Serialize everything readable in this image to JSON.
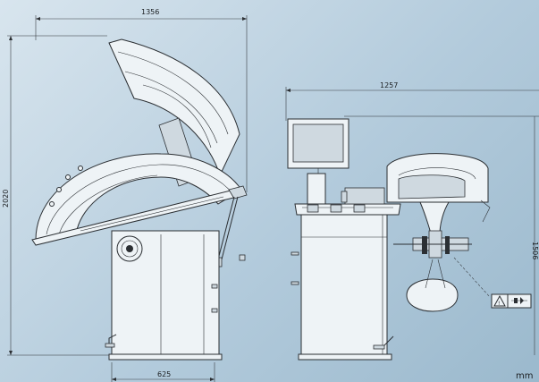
{
  "dimensions": {
    "left_width": "1356",
    "left_height": "2020",
    "left_base": "625",
    "right_width": "1257",
    "right_height": "1506"
  },
  "unit": "mm",
  "colors": {
    "background": "#b3cbdc",
    "line": "#2b2f33"
  },
  "icons": [
    "warning-triangle-icon",
    "hand-crush-warning-icon"
  ]
}
